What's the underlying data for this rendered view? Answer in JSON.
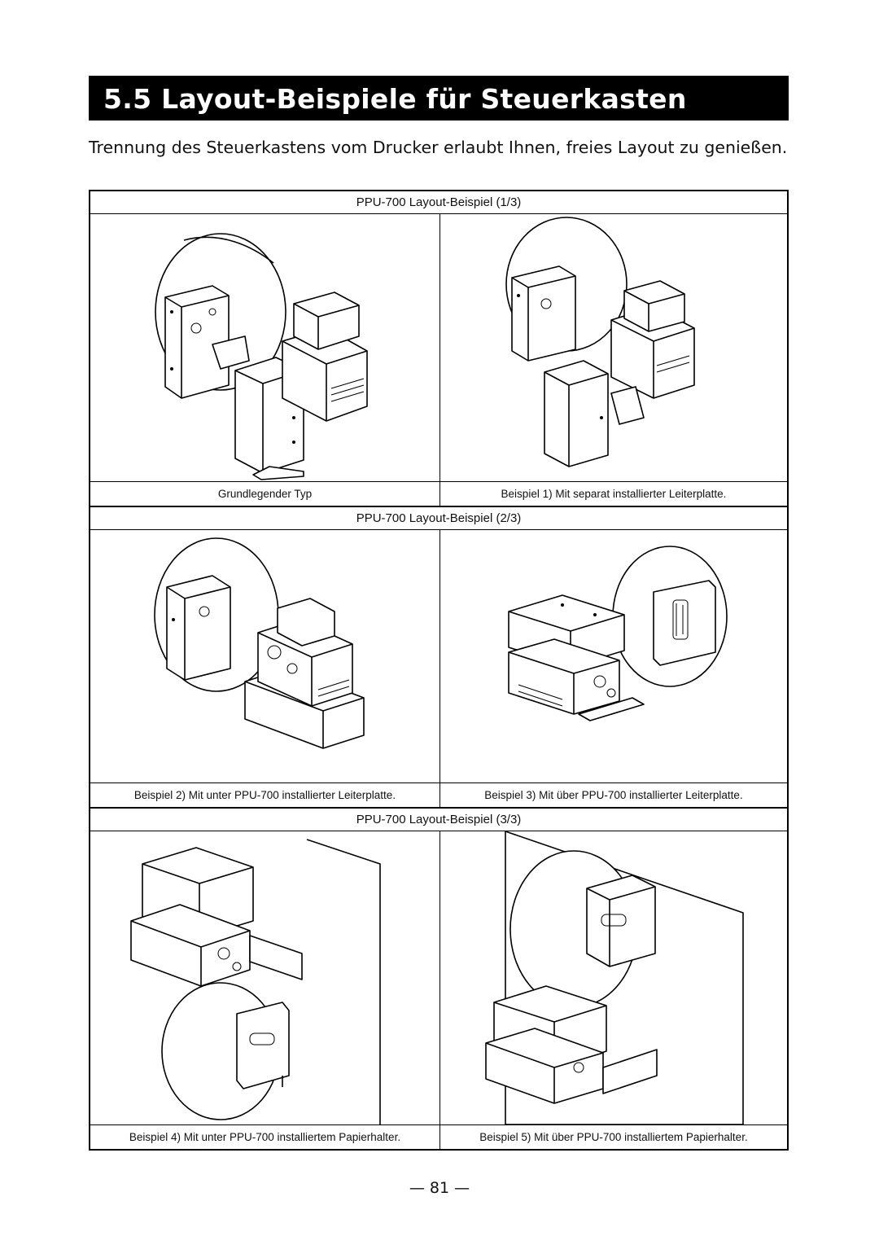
{
  "heading": "5.5  Layout-Beispiele für Steuerkasten",
  "intro": "Trennung des Steuerkastens vom Drucker erlaubt Ihnen, freies Layout zu genießen.",
  "sections": [
    {
      "title": "PPU-700 Layout-Beispiel (1/3)",
      "captions": [
        "Grundlegender Typ",
        "Beispiel 1) Mit separat installierter Leiterplatte."
      ]
    },
    {
      "title": "PPU-700 Layout-Beispiel (2/3)",
      "captions": [
        "Beispiel 2) Mit unter PPU-700 installierter Leiterplatte.",
        "Beispiel 3) Mit über PPU-700 installierter Leiterplatte."
      ]
    },
    {
      "title": "PPU-700 Layout-Beispiel (3/3)",
      "captions": [
        "Beispiel 4) Mit unter PPU-700 installiertem Papierhalter.",
        "Beispiel 5) Mit über PPU-700 installiertem Papierhalter."
      ]
    }
  ],
  "page_number": "— 81 —"
}
